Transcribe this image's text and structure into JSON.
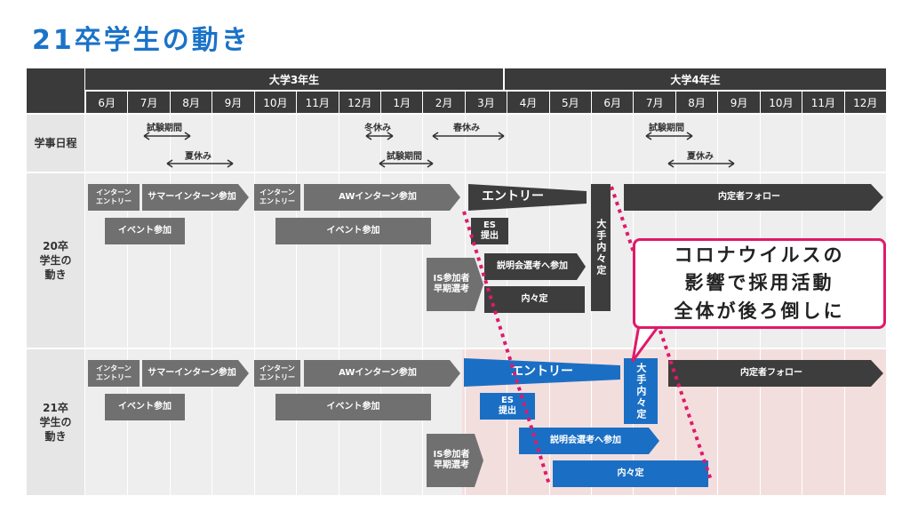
{
  "title": "21卒学生の動き",
  "years": [
    "大学3年生",
    "大学4年生"
  ],
  "months": [
    "6月",
    "7月",
    "8月",
    "9月",
    "10月",
    "11月",
    "12月",
    "1月",
    "2月",
    "3月",
    "4月",
    "5月",
    "6月",
    "7月",
    "8月",
    "9月",
    "10月",
    "11月",
    "12月"
  ],
  "rows": {
    "schedule": "学事日程",
    "grad20": "20卒\n学生の\n動き",
    "grad21": "21卒\n学生の\n動き"
  },
  "schedule_events": {
    "exam1": "試験期間",
    "summer1": "夏休み",
    "winter": "冬休み",
    "exam2": "試験期間",
    "spring": "春休み",
    "exam3": "試験期間",
    "summer2": "夏休み"
  },
  "grad20": {
    "intern_entry1": "インターン\nエントリー",
    "summer_intern": "サマーインターン参加",
    "intern_entry2": "インターン\nエントリー",
    "aw_intern": "AWインターン参加",
    "event1": "イベント参加",
    "event2": "イベント参加",
    "entry": "エントリー",
    "es": "ES\n提出",
    "is": "IS参加者\n早期選考",
    "seminar": "説明会選考へ参加",
    "naitei": "内々定",
    "big_naitei": "大手内々定",
    "follow": "内定者フォロー"
  },
  "grad21": {
    "intern_entry1": "インターン\nエントリー",
    "summer_intern": "サマーインターン参加",
    "intern_entry2": "インターン\nエントリー",
    "aw_intern": "AWインターン参加",
    "event1": "イベント参加",
    "event2": "イベント参加",
    "entry": "エントリー",
    "es": "ES\n提出",
    "is": "IS参加者\n早期選考",
    "seminar": "説明会選考へ参加",
    "naitei": "内々定",
    "big_naitei": "大手内々定",
    "follow": "内定者フォロー"
  },
  "callout": "コロナウイルスの\n影響で採用活動\n全体が後ろ倒しに",
  "colors": {
    "accent": "#1a73c8",
    "dark": "#3d3d3d",
    "gray": "#707070",
    "blue": "#1a6fc4",
    "pink": "#e0196a",
    "highlight": "#f3dede"
  }
}
